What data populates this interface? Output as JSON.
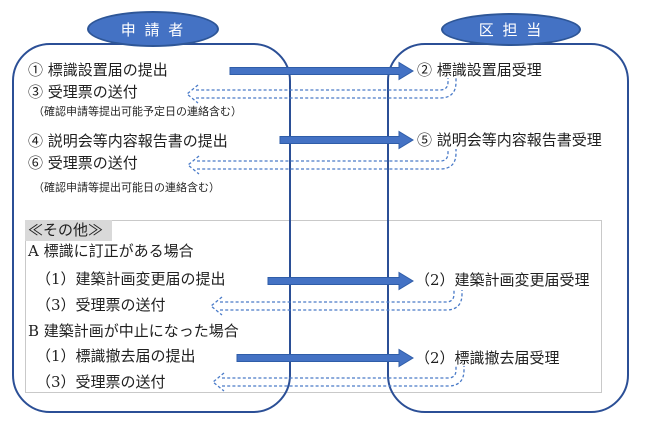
{
  "actors": {
    "applicant": "申 請 者",
    "ward": "区 担 当"
  },
  "flow": {
    "step1": "① 標識設置届の提出",
    "step2": "② 標識設置届受理",
    "step3": "③ 受理票の送付",
    "step3_note": "（確認申請等提出可能予定日の連絡含む）",
    "step4": "④ 説明会等内容報告書の提出",
    "step5": "⑤ 説明会等内容報告書受理",
    "step6": "⑥ 受理票の送付",
    "step6_note": "（確認申請等提出可能日の連絡含む）"
  },
  "other": {
    "title": "≪その他≫",
    "case_a_title": "A 標識に訂正がある場合",
    "case_a_step1": "（1）建築計画変更届の提出",
    "case_a_step2": "（2）建築計画変更届受理",
    "case_a_step3": "（3）受理票の送付",
    "case_b_title": "B 建築計画が中止になった場合",
    "case_b_step1": "（1）標識撤去届の提出",
    "case_b_step2": "（2）標識撤去届受理",
    "case_b_step3": "（3）受理票の送付"
  },
  "colors": {
    "accent": "#4472C4",
    "accent_dark": "#2F5DA8",
    "panel_border": "#2B4F96",
    "dashed_arrow": "#4A7BC8",
    "other_label_bg": "#D9D9D9",
    "other_box_border": "#C9C9C9"
  }
}
